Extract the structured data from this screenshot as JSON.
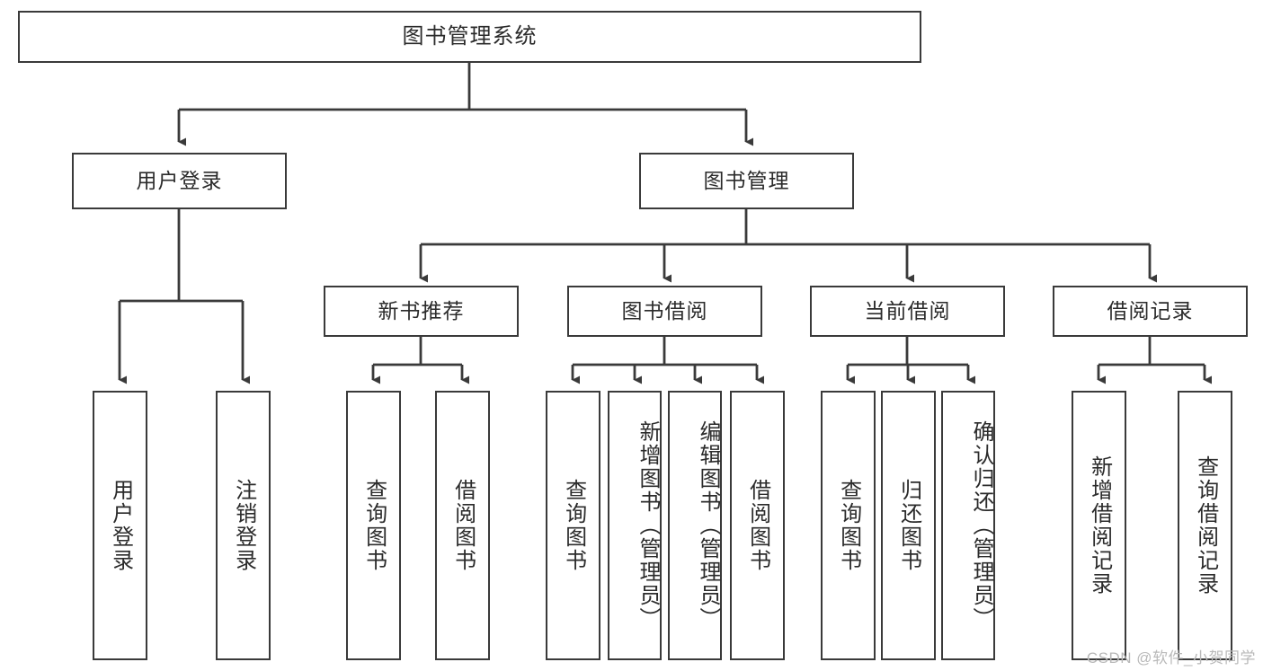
{
  "diagram": {
    "title": "图书管理系统",
    "root": {
      "label": "图书管理系统"
    },
    "level2": [
      {
        "label": "用户登录"
      },
      {
        "label": "图书管理"
      }
    ],
    "level3": [
      {
        "label": "新书推荐"
      },
      {
        "label": "图书借阅"
      },
      {
        "label": "当前借阅"
      },
      {
        "label": "借阅记录"
      }
    ],
    "leaves": {
      "user_login": [
        {
          "label": "用户登录"
        },
        {
          "label": "注销登录"
        }
      ],
      "new_book_recommend": [
        {
          "label": "查询图书"
        },
        {
          "label": "借阅图书"
        }
      ],
      "book_borrow": [
        {
          "label": "查询图书"
        },
        {
          "label": "新增图书（管理员）"
        },
        {
          "label": "编辑图书（管理员）"
        },
        {
          "label": "借阅图书"
        }
      ],
      "current_borrow": [
        {
          "label": "查询图书"
        },
        {
          "label": "归还图书"
        },
        {
          "label": "确认归还（管理员）"
        }
      ],
      "borrow_record": [
        {
          "label": "新增借阅记录"
        },
        {
          "label": "查询借阅记录"
        }
      ]
    }
  },
  "watermark": {
    "text": "CSDN @软件_小贺同学"
  },
  "colors": {
    "stroke": "#3a3a3a",
    "background": "#ffffff",
    "text": "#2b2b2b",
    "watermark": "#b9b9b9"
  }
}
